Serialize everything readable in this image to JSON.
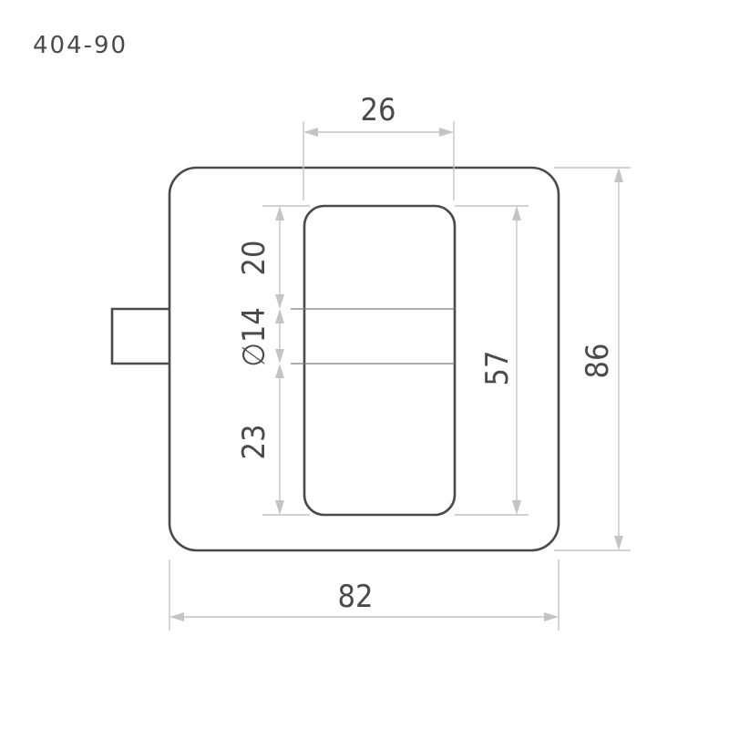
{
  "model_code": "404-90",
  "dimensions": {
    "window_width": "26",
    "upper_height": "20",
    "diameter": "∅14",
    "lower_height": "23",
    "window_height": "57",
    "plate_height": "86",
    "plate_width": "82"
  },
  "colors": {
    "outline": "#4a4a4a",
    "dimension_line": "#c4c4c4",
    "text": "#4a4a4a"
  }
}
